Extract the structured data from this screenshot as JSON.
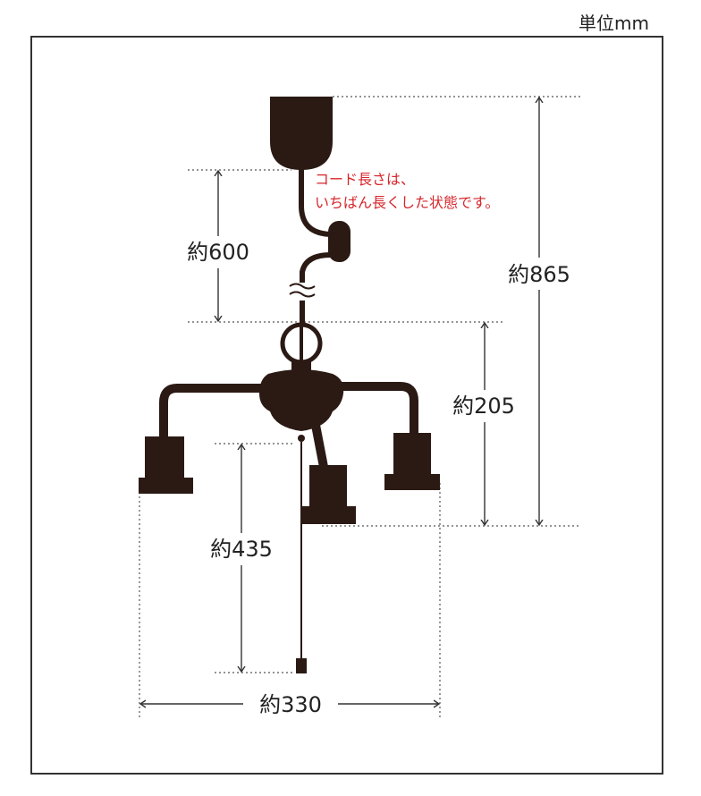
{
  "unit": "単位mm",
  "note": {
    "line1": "コード長さは、",
    "line2": "いちばん長くした状態です。"
  },
  "dimensions": {
    "cord": "約600",
    "total": "約865",
    "body": "約205",
    "pull": "約435",
    "width": "約330"
  },
  "colors": {
    "fixture": "#2b1a14",
    "note": "#d7262b",
    "lines": "#333333"
  }
}
